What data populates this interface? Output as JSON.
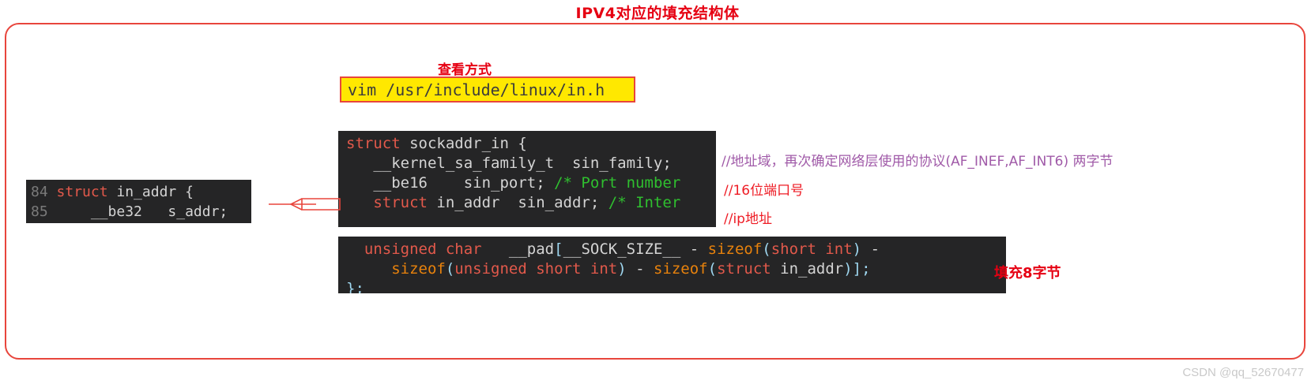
{
  "title": "IPV4对应的填充结构体",
  "howto": {
    "label": "查看方式",
    "command": "vim /usr/include/linux/in.h"
  },
  "code_struct": {
    "lines": [
      [
        {
          "t": "struct",
          "c": "kw"
        },
        {
          "t": " sockaddr_in {",
          "c": "plain"
        }
      ],
      [
        {
          "t": "   __kernel_sa_family_t  sin_family;",
          "c": "plain"
        }
      ],
      [
        {
          "t": "   __be16    sin_port; ",
          "c": "plain"
        },
        {
          "t": "/* Port number",
          "c": "cmt"
        }
      ],
      [
        {
          "t": "   ",
          "c": "plain"
        },
        {
          "t": "struct",
          "c": "kw"
        },
        {
          "t": " in_addr  sin_addr; ",
          "c": "plain"
        },
        {
          "t": "/* Inter",
          "c": "cmt"
        }
      ]
    ]
  },
  "code_inaddr": {
    "lines": [
      [
        {
          "t": "84 ",
          "c": "lineno"
        },
        {
          "t": "struct",
          "c": "kw"
        },
        {
          "t": " in_addr {",
          "c": "plain"
        }
      ],
      [
        {
          "t": "85 ",
          "c": "lineno"
        },
        {
          "t": "    __be32   s_addr;",
          "c": "plain"
        }
      ]
    ]
  },
  "code_pad": {
    "lines": [
      [
        {
          "t": "  ",
          "c": "plain"
        },
        {
          "t": "unsigned char",
          "c": "kw"
        },
        {
          "t": "   __pad",
          "c": "plain"
        },
        {
          "t": "[",
          "c": "punc"
        },
        {
          "t": "__SOCK_SIZE__",
          "c": "macro"
        },
        {
          "t": " - ",
          "c": "plain"
        },
        {
          "t": "sizeof",
          "c": "fn"
        },
        {
          "t": "(",
          "c": "punc"
        },
        {
          "t": "short int",
          "c": "kw"
        },
        {
          "t": ")",
          "c": "punc"
        },
        {
          "t": " -",
          "c": "plain"
        }
      ],
      [
        {
          "t": "     ",
          "c": "plain"
        },
        {
          "t": "sizeof",
          "c": "fn"
        },
        {
          "t": "(",
          "c": "punc"
        },
        {
          "t": "unsigned short int",
          "c": "kw"
        },
        {
          "t": ")",
          "c": "punc"
        },
        {
          "t": " - ",
          "c": "plain"
        },
        {
          "t": "sizeof",
          "c": "fn"
        },
        {
          "t": "(",
          "c": "punc"
        },
        {
          "t": "struct",
          "c": "kw"
        },
        {
          "t": " in_addr",
          "c": "plain"
        },
        {
          "t": ")];",
          "c": "punc"
        }
      ],
      [
        {
          "t": "};",
          "c": "punc"
        }
      ]
    ]
  },
  "annotations": {
    "family": "//地址域，再次确定网络层使用的协议(AF_INEF,AF_INT6) 两字节",
    "port": "//16位端口号",
    "ip": "//ip地址",
    "pad": "填充8字节"
  },
  "watermark": "CSDN @qq_52670477",
  "colors": {
    "title_red": "#e60012",
    "frame_red": "#e8453c",
    "command_bg": "#ffe800",
    "code_bg": "#252526",
    "annotation_red": "#ee1c25",
    "annotation_purple": "#a05aa8"
  }
}
